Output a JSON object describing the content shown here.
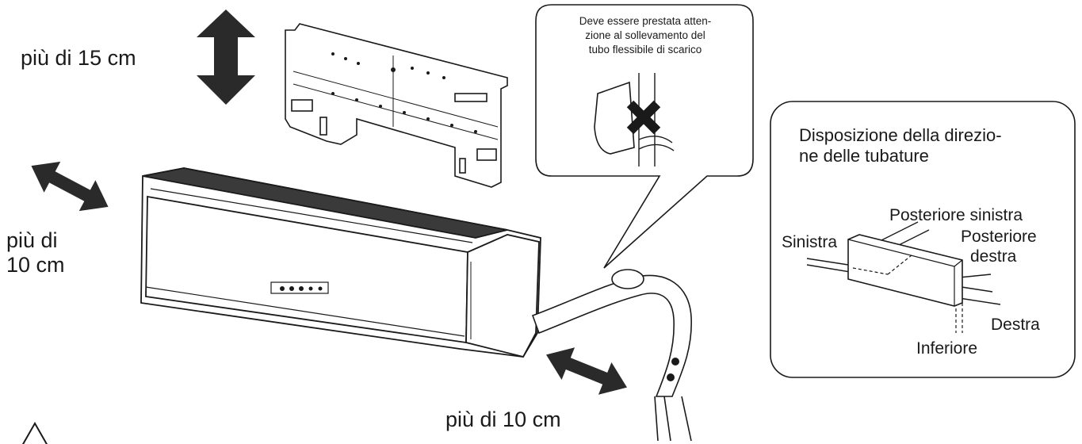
{
  "clearance_labels": {
    "top": "più di 15 cm",
    "left_line1": "più di",
    "left_line2": "10 cm",
    "bottom": "più di 10 cm"
  },
  "callout": {
    "line1": "Deve essere prestata atten-",
    "line2": "zione al sollevamento del",
    "line3": "tubo flessibile di scarico"
  },
  "piping_box": {
    "title_line1": "Disposizione della direzio-",
    "title_line2": "ne delle tubature",
    "left": "Sinistra",
    "rear_left": "Posteriore sinistra",
    "rear_right_line1": "Posteriore",
    "rear_right_line2": "destra",
    "right": "Destra",
    "bottom": "Inferiore"
  },
  "icons": [
    "double-arrow-vertical-icon",
    "double-arrow-diagonal-icon",
    "prohibited-cross-icon",
    "warning-triangle-icon"
  ],
  "colors": {
    "ink": "#1a1a1a",
    "fill": "#ffffff",
    "shade": "#cfcfcf",
    "dark": "#2a2a2a"
  }
}
